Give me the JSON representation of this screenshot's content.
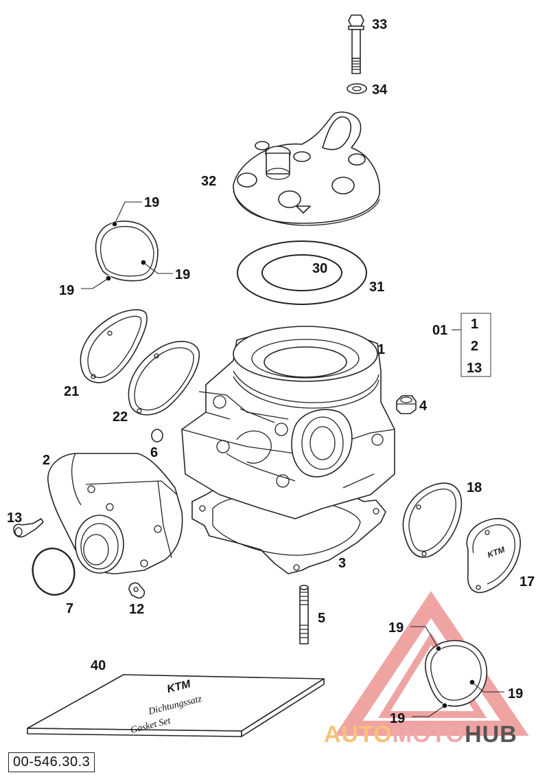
{
  "callouts": {
    "c33": "33",
    "c34": "34",
    "c32": "32",
    "c30": "30",
    "c31": "31",
    "c19a": "19",
    "c19b": "19",
    "c19c": "19",
    "c21": "21",
    "c22": "22",
    "c1": "1",
    "c6": "6",
    "c2": "2",
    "c4": "4",
    "c13": "13",
    "c7": "7",
    "c12": "12",
    "c3": "3",
    "c18": "18",
    "c17": "17",
    "c5": "5",
    "c40": "40",
    "c19d": "19",
    "c19e": "19",
    "c19f": "19"
  },
  "kit": {
    "code": "01",
    "items": [
      "1",
      "2",
      "13"
    ]
  },
  "gasket_set_box": {
    "brand": "KTM",
    "line1": "Dichtungssatz",
    "line2": "Gasket Set"
  },
  "cover": {
    "brand": "KTM"
  },
  "reference_code": "00-546.30.3",
  "watermark": {
    "part1": "AUTO",
    "part2": "MOTO",
    "part3": "HUB",
    "color1": "#f6c17a",
    "color2": "#f0a8a8",
    "color3": "#333333"
  }
}
